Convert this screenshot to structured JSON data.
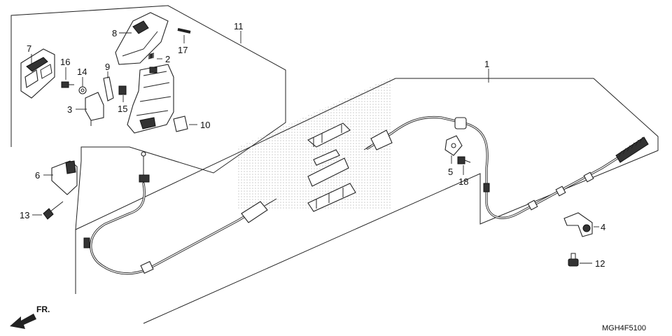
{
  "diagram_code": "MGH4F5100",
  "direction_label": "FR.",
  "callouts": [
    {
      "id": "c1",
      "label": "1"
    },
    {
      "id": "c2",
      "label": "2"
    },
    {
      "id": "c3",
      "label": "3"
    },
    {
      "id": "c4",
      "label": "4"
    },
    {
      "id": "c5",
      "label": "5"
    },
    {
      "id": "c6",
      "label": "6"
    },
    {
      "id": "c7",
      "label": "7"
    },
    {
      "id": "c8",
      "label": "8"
    },
    {
      "id": "c9",
      "label": "9"
    },
    {
      "id": "c10",
      "label": "10"
    },
    {
      "id": "c11",
      "label": "11"
    },
    {
      "id": "c12",
      "label": "12"
    },
    {
      "id": "c13",
      "label": "13"
    },
    {
      "id": "c14",
      "label": "14"
    },
    {
      "id": "c15",
      "label": "15"
    },
    {
      "id": "c16",
      "label": "16"
    },
    {
      "id": "c17",
      "label": "17"
    },
    {
      "id": "c18",
      "label": "18"
    }
  ],
  "colors": {
    "line": "#222222",
    "watermark": "#d9d9d9"
  }
}
